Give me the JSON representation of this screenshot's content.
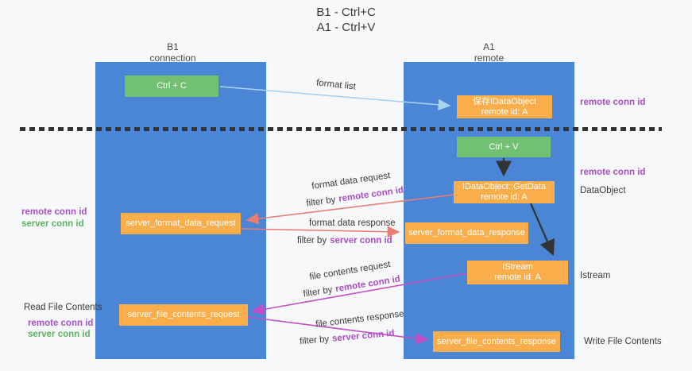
{
  "title": {
    "line1": "B1 - Ctrl+C",
    "line2": "A1 - Ctrl+V"
  },
  "columns": {
    "left": {
      "name": "B1",
      "subtitle": "connection"
    },
    "right": {
      "name": "A1",
      "subtitle": "remote"
    }
  },
  "boxes": {
    "ctrl_c": "Ctrl + C",
    "save_idataobject": {
      "line1": "保存IDataObject",
      "line2": "remote id: A"
    },
    "ctrl_v": "Ctrl + V",
    "getdata": {
      "line1": "IDataObject::GetData",
      "line2": "remote id: A"
    },
    "server_format_data_request": "server_format_data_request",
    "server_format_data_response": "server_format_data_response",
    "istream": {
      "line1": "IStream",
      "line2": "remote id: A"
    },
    "server_file_contents_request": "server_file_contents_request",
    "server_file_contents_response": "server_file_contents_response"
  },
  "arrow_labels": {
    "format_list": "format list",
    "format_data_request": "format data request",
    "format_data_response": "format data response",
    "file_contents_request": "file contents request",
    "file_contents_response": "file contents response",
    "filter_by": "filter by",
    "remote_conn_id": "remote conn id",
    "server_conn_id": "server conn id"
  },
  "side_labels": {
    "remote_conn_id": "remote conn id",
    "server_conn_id": "server conn id",
    "dataobject": "DataObject",
    "istream": "Istream",
    "read_file_contents": "Read File Contents",
    "write_file_contents": "Write File Contents"
  },
  "colors": {
    "background": "#f7f8f9",
    "column_blue": "#4a85d6",
    "box_green": "#72c072",
    "box_orange": "#f9ae4b",
    "purple_text": "#a94fc6",
    "green_text": "#5fb260",
    "arrow_blue": "#a9d2ef",
    "arrow_black": "#333333",
    "arrow_salmon": "#e87e74",
    "arrow_magenta": "#c44fc4",
    "divider_black": "#333333"
  }
}
